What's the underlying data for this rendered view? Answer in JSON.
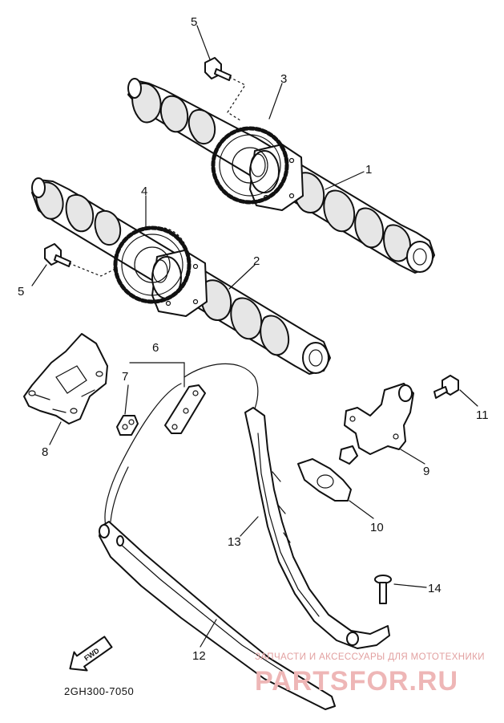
{
  "diagram": {
    "callouts": [
      {
        "id": "1",
        "text": "1"
      },
      {
        "id": "2",
        "text": "2"
      },
      {
        "id": "3",
        "text": "3"
      },
      {
        "id": "4",
        "text": "4"
      },
      {
        "id": "5a",
        "text": "5"
      },
      {
        "id": "5b",
        "text": "5"
      },
      {
        "id": "6",
        "text": "6"
      },
      {
        "id": "7",
        "text": "7"
      },
      {
        "id": "8",
        "text": "8"
      },
      {
        "id": "9",
        "text": "9"
      },
      {
        "id": "10",
        "text": "10"
      },
      {
        "id": "11",
        "text": "11"
      },
      {
        "id": "12",
        "text": "12"
      },
      {
        "id": "13",
        "text": "13"
      },
      {
        "id": "14",
        "text": "14"
      }
    ],
    "fwd_label": "FWD",
    "diagram_code": "2GH300-7050"
  },
  "watermark": {
    "tagline": "ЗАПЧАСТИ И АКСЕССУАРЫ ДЛЯ МОТОТЕХНИКИ",
    "brand": "PARTSFOR.RU",
    "color": "#e8a8a8"
  }
}
